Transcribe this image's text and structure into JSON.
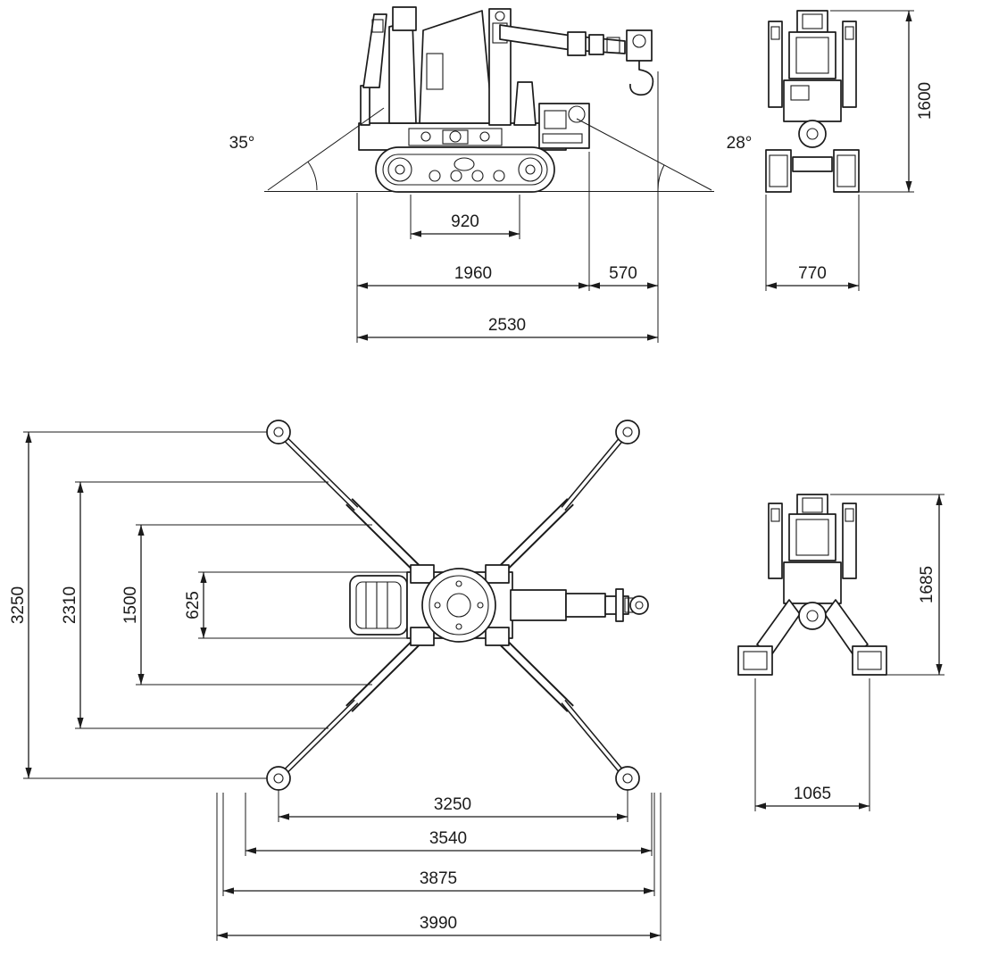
{
  "colors": {
    "line": "#1b1b1b",
    "background": "#ffffff"
  },
  "side_view": {
    "angle_left": "35°",
    "angle_right": "28°",
    "dim_track_length": "920",
    "dim_body_length": "1960",
    "dim_boom_overhang": "570",
    "dim_overall_length": "2530"
  },
  "front_view": {
    "dim_overall_height": "1600",
    "dim_overall_width": "770"
  },
  "plan_view": {
    "dim_v_outrigger_span": "3250",
    "dim_v_2": "2310",
    "dim_v_3": "1500",
    "dim_v_chassis": "625",
    "dim_h_outrigger_span": "3250",
    "dim_h_2": "3540",
    "dim_h_3": "3875",
    "dim_h_overall": "3990"
  },
  "rear_view": {
    "dim_overall_height": "1685",
    "dim_pad_span": "1065"
  }
}
